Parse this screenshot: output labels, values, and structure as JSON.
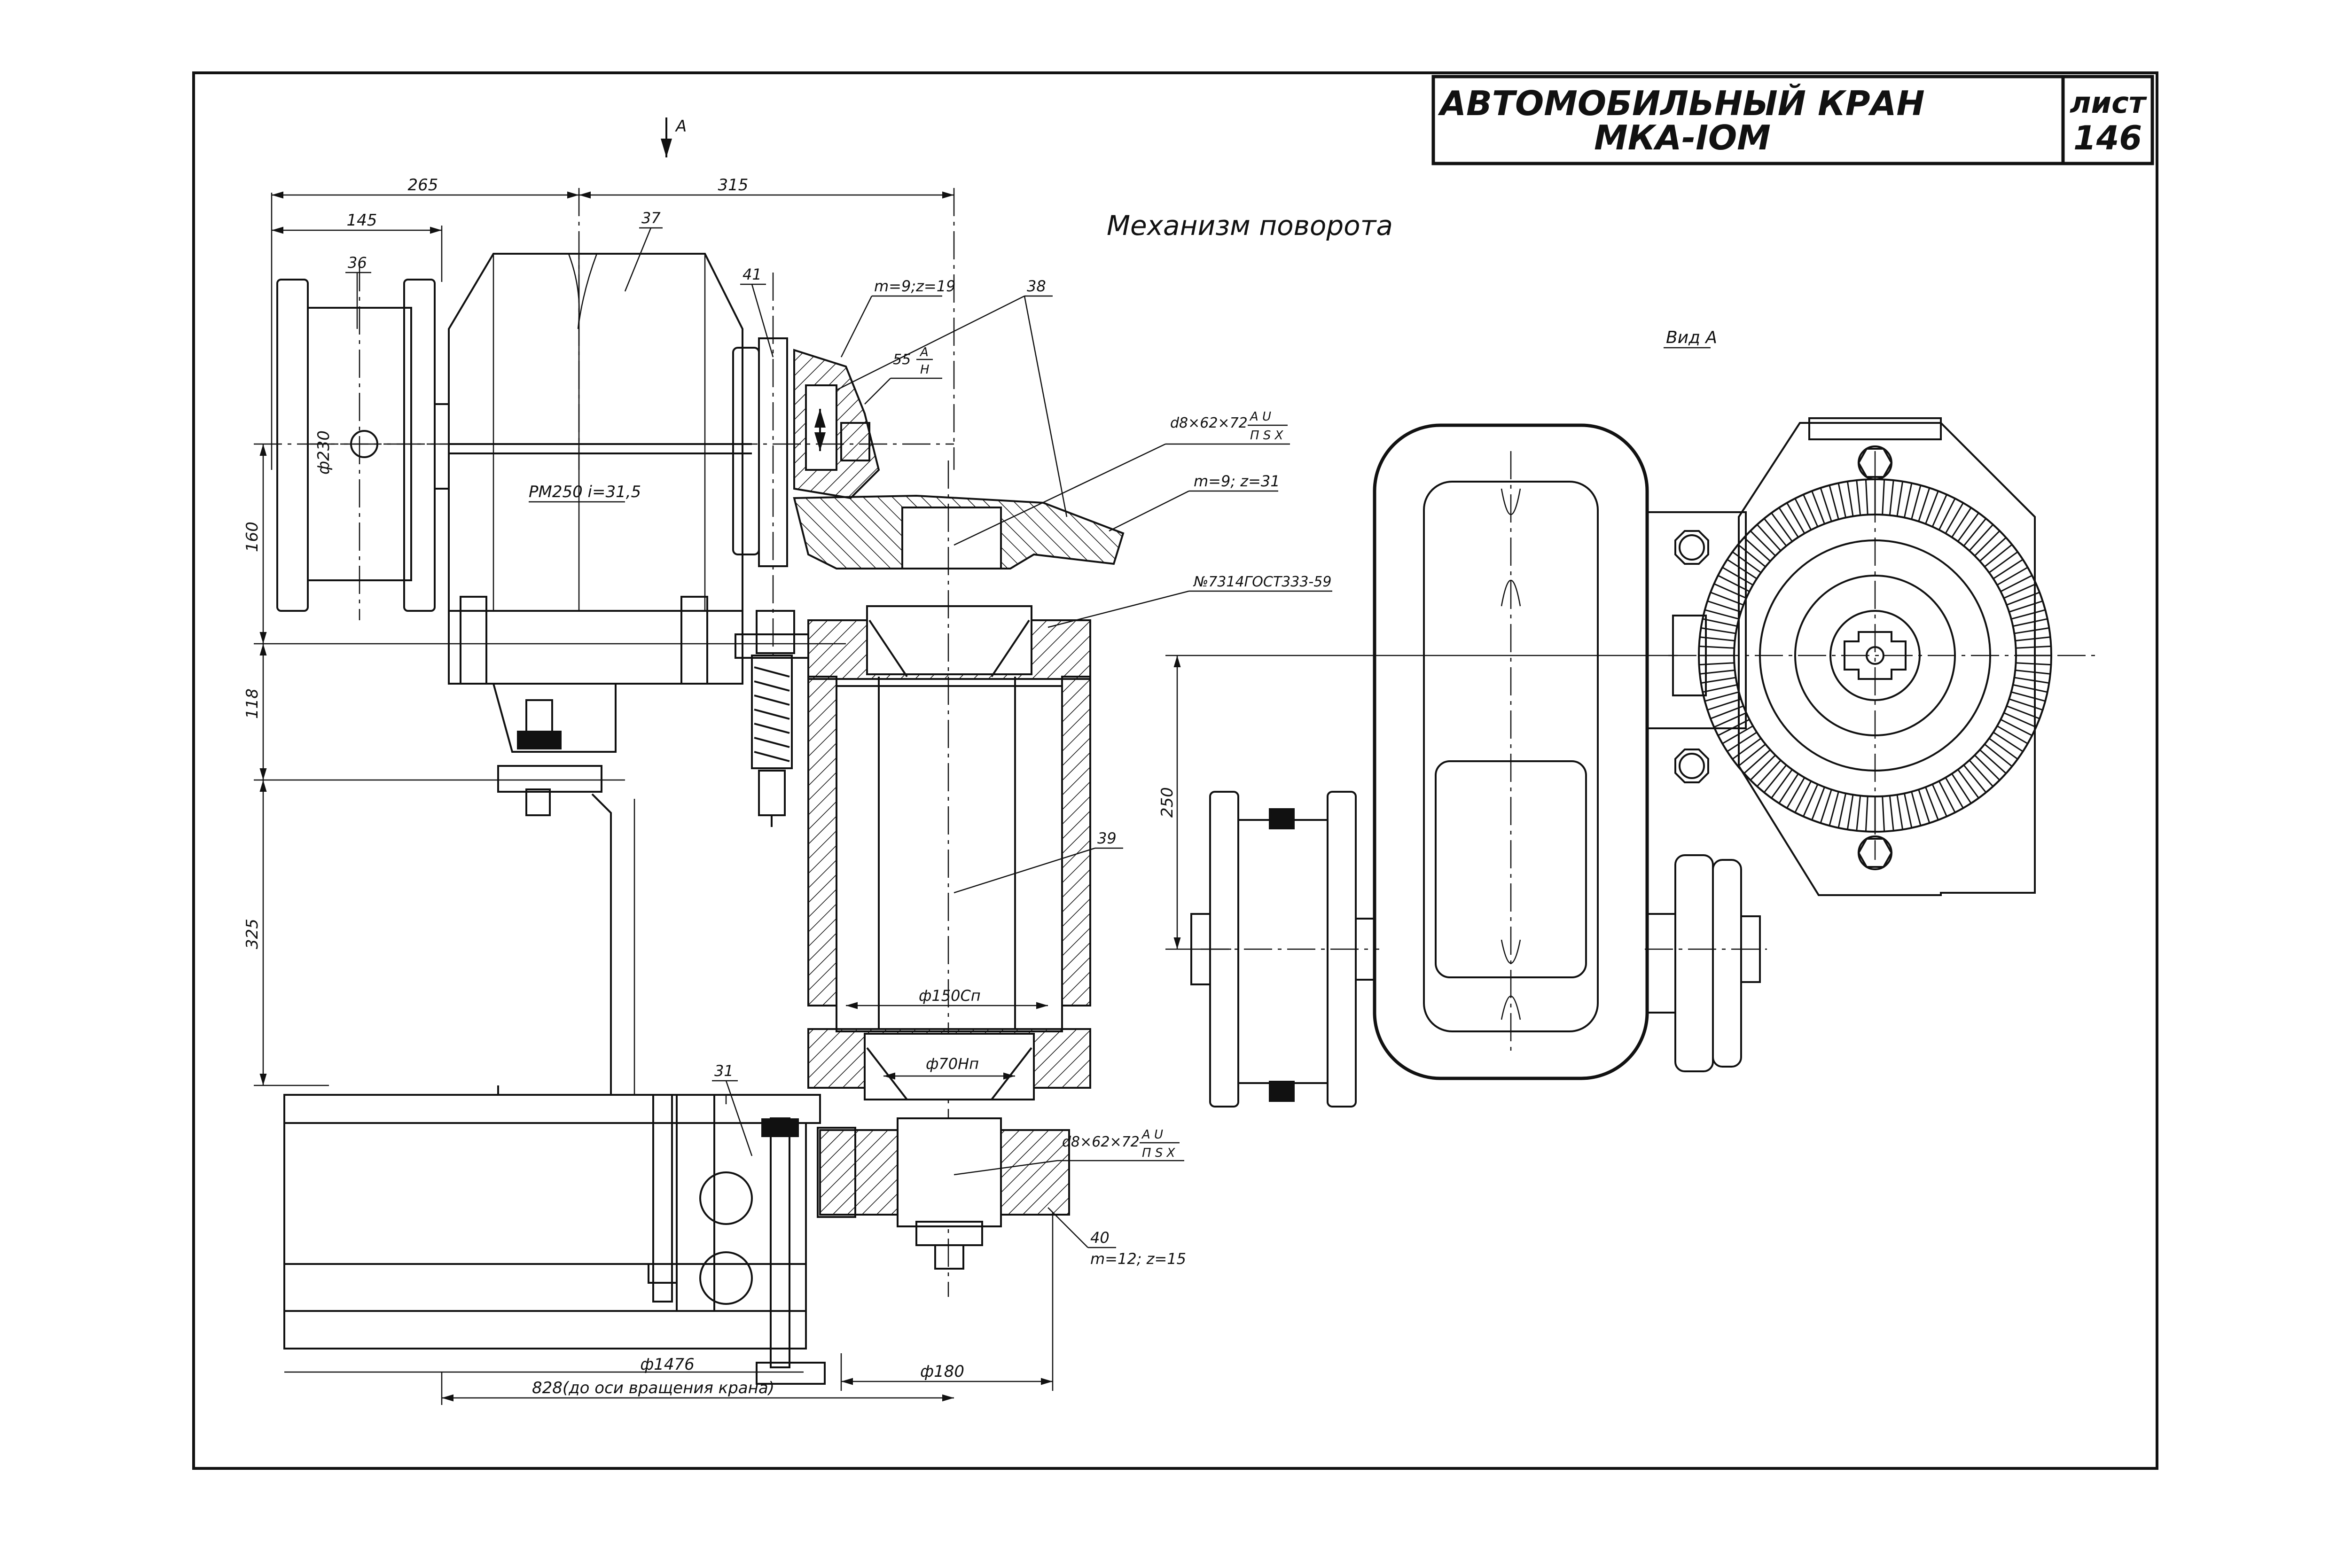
{
  "title_block": {
    "title_line1": "АВТОМОБИЛЬНЫЙ КРАН",
    "title_line2": "МКА-IOM",
    "sheet_label": "лист",
    "sheet_number": "146"
  },
  "heading": "Механизм поворота",
  "view_a_title": "Вид А",
  "arrow_label": "А",
  "dimensions": {
    "d265": "265",
    "d315": "315",
    "d145": "145",
    "d160": "160",
    "d118": "118",
    "d325": "325",
    "d250": "250",
    "dia230": "ф230",
    "dia1476": "ф1476",
    "dia180": "ф180",
    "d828": "828(до оси вращения крана)"
  },
  "callouts": {
    "n36": "36",
    "n37": "37",
    "n38": "38",
    "n39": "39",
    "n40": "40",
    "n41": "41",
    "n31": "31",
    "gear_m9_z19": "m=9;z=19",
    "fit_55": "55",
    "fit_55_num": "A",
    "fit_55_den": "H",
    "spline_top": "d8×62×72",
    "spline_top_num": "A  U",
    "spline_top_den": "П  S X",
    "gear_m9_z31": "m=9; z=31",
    "bearing": "№7314ГОСТ333-59",
    "reducer": "РМ250  i=31,5",
    "dia150": "ф150Сп",
    "dia70": "ф70Нп",
    "spline_bot": "d8×62×72",
    "spline_bot_num": "A  U",
    "spline_bot_den": "П  S X",
    "gear_m12_z15": "m=12; z=15"
  }
}
